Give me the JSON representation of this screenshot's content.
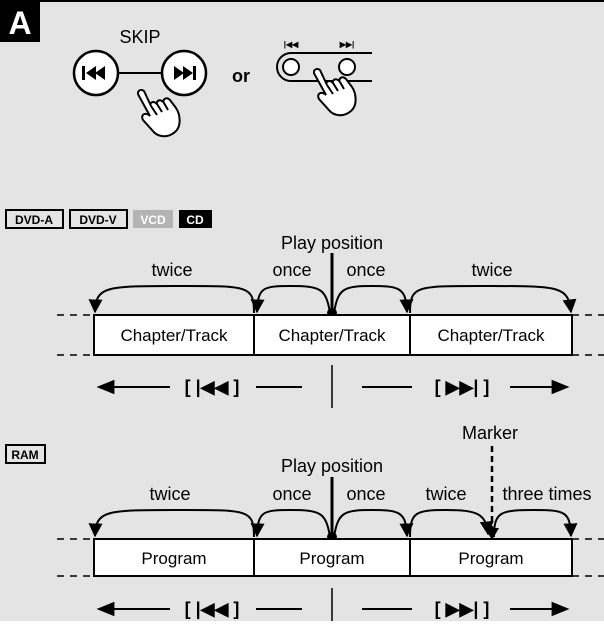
{
  "section_letter": "A",
  "skip_panel": {
    "skip_label": "SKIP",
    "or_label": "or",
    "remote_button_left_icon": "skip-back-icon",
    "remote_button_right_icon": "skip-forward-icon"
  },
  "disc_group_1": {
    "badges": [
      "DVD-A",
      "DVD-V",
      "VCD",
      "CD"
    ],
    "play_position_label": "Play position",
    "arcs": [
      "twice",
      "once",
      "once",
      "twice"
    ],
    "segments": [
      "Chapter/Track",
      "Chapter/Track",
      "Chapter/Track"
    ],
    "back_button": "[ |◀◀ ]",
    "forward_button": "[ ▶▶| ]"
  },
  "disc_group_2": {
    "badge": "RAM",
    "marker_label": "Marker",
    "play_position_label": "Play position",
    "arcs": [
      "twice",
      "once",
      "once",
      "twice",
      "three times"
    ],
    "segments": [
      "Program",
      "Program",
      "Program"
    ],
    "back_button": "[ |◀◀ ]",
    "forward_button": "[ ▶▶| ]"
  },
  "colors": {
    "background": "#e4e4e4",
    "ink": "#000000",
    "disabled_badge": "#b4b4b4",
    "box_fill": "#ffffff"
  }
}
